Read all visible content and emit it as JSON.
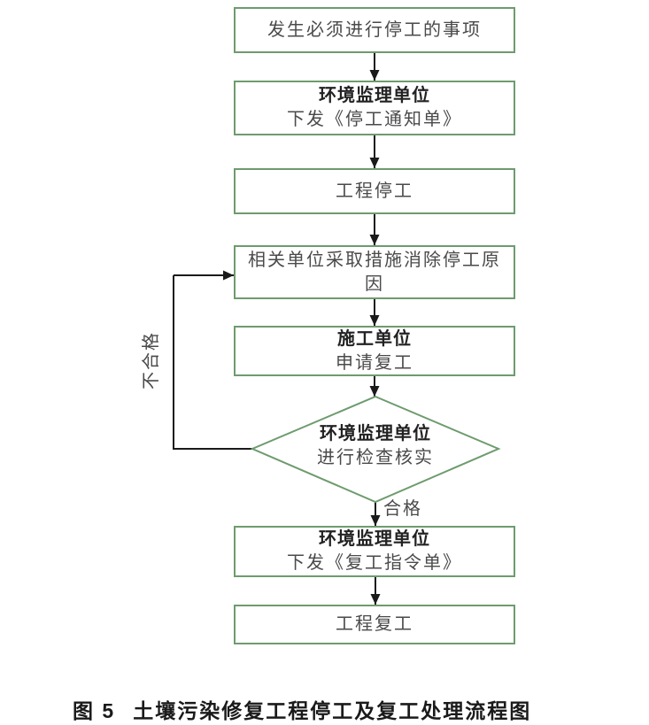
{
  "colors": {
    "box_border": "#6e9b6e",
    "arrow_color": "#1a1a1a",
    "text_color": "#4a4a4a",
    "bold_text_color": "#222222",
    "caption_color": "#1a1a1a"
  },
  "nodes": {
    "event": {
      "type": "rect",
      "lines": [
        {
          "text": "发生必须进行停工的事项"
        }
      ]
    },
    "notice": {
      "type": "rect",
      "lines": [
        {
          "text": "环境监理单位",
          "bold": true
        },
        {
          "text": "下发《停工通知单》"
        }
      ]
    },
    "stop": {
      "type": "rect",
      "lines": [
        {
          "text": "工程停工"
        }
      ]
    },
    "cause": {
      "type": "rect",
      "lines": [
        {
          "text": "相关单位采取措施消除停工原"
        },
        {
          "text": "因"
        }
      ]
    },
    "apply": {
      "type": "rect",
      "lines": [
        {
          "text": "施工单位",
          "bold": true
        },
        {
          "text": "申请复工"
        }
      ]
    },
    "inspect": {
      "type": "diamond",
      "lines": [
        {
          "text": "环境监理单位",
          "bold": true
        },
        {
          "text": "进行检查核实"
        }
      ]
    },
    "order": {
      "type": "rect",
      "lines": [
        {
          "text": "环境监理单位",
          "bold": true
        },
        {
          "text": "下发《复工指令单》"
        }
      ]
    },
    "resume": {
      "type": "rect",
      "lines": [
        {
          "text": "工程复工"
        }
      ]
    }
  },
  "edge_labels": {
    "pass": "合格",
    "fail": "不合格"
  },
  "caption": {
    "figure_label": "图 5",
    "title": "土壤污染修复工程停工及复工处理流程图"
  }
}
